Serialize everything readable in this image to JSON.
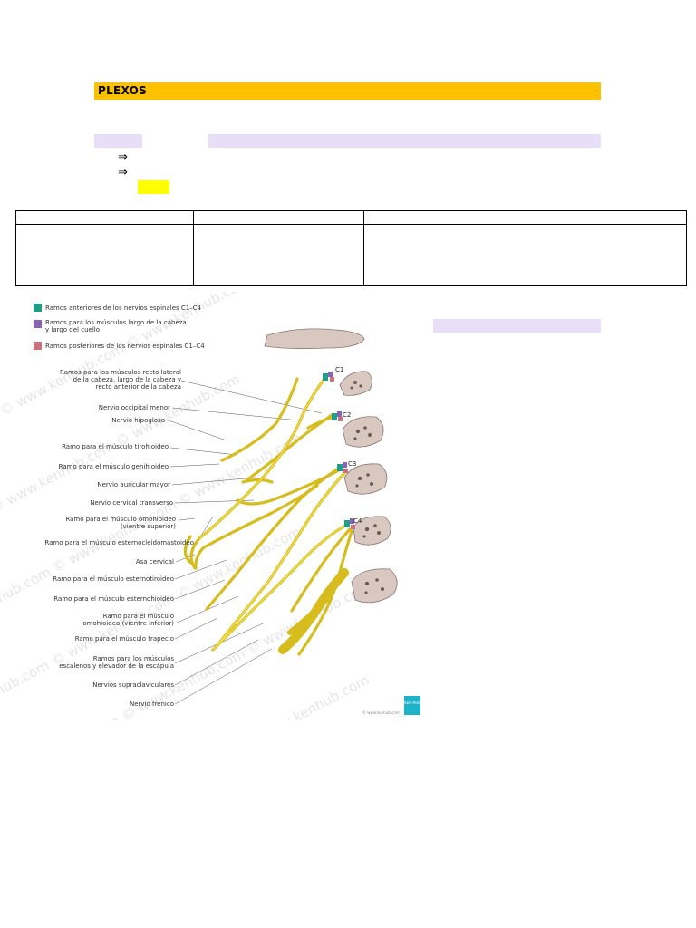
{
  "header": {
    "title": "PLEXOS"
  },
  "bullets": {
    "arrow_glyph": "⇒"
  },
  "figure": {
    "legend": [
      {
        "color": "#1f9e8a",
        "text": "Ramos anteriores de los nervios espinales C1–C4"
      },
      {
        "color": "#8a62b8",
        "text": "Ramos para los músculos largo de la cabeza\ny largo del cuello"
      },
      {
        "color": "#c9727c",
        "text": "Ramos posteriores de los nervios espinales C1–C4"
      }
    ],
    "labels": [
      "Ramos para los músculos recto lateral\nde la cabeza, largo de la cabeza y\nrecto anterior de la cabeza",
      "Nervio occipital menor",
      "Nervio hipogloso",
      "Ramo para el músculo tirohioideo",
      "Ramo para el músculo genihioideo",
      "Nervio auricular mayor",
      "Nervio cervical transverso",
      "Ramo para el músculo omohioideo\n(vientre superior)",
      "Ramo para el músculo esternocleidomastoideo",
      "Asa cervical",
      "Ramo para el músculo esternotiroideo",
      "Ramo para el músculo esternohioideo",
      "Ramo para el músculo\nomohioideo (vientre inferior)",
      "Ramo para el músculo trapecio",
      "Ramos para los músculos\nescalenos y elevador de la escápula",
      "Nervios supraclaviculares",
      "Nervio frénico"
    ],
    "vertebra_labels": [
      "C1",
      "C2",
      "C3",
      "C4"
    ],
    "watermark": "www.kenhub.com ©",
    "credit": "© www.kenhub.com",
    "logo": "KEN HUB",
    "colors": {
      "nerve": "#e9d23a",
      "nerve_stroke": "#b89c10",
      "bone": "#d9c8c0",
      "bone_dark": "#6e5a55"
    }
  }
}
